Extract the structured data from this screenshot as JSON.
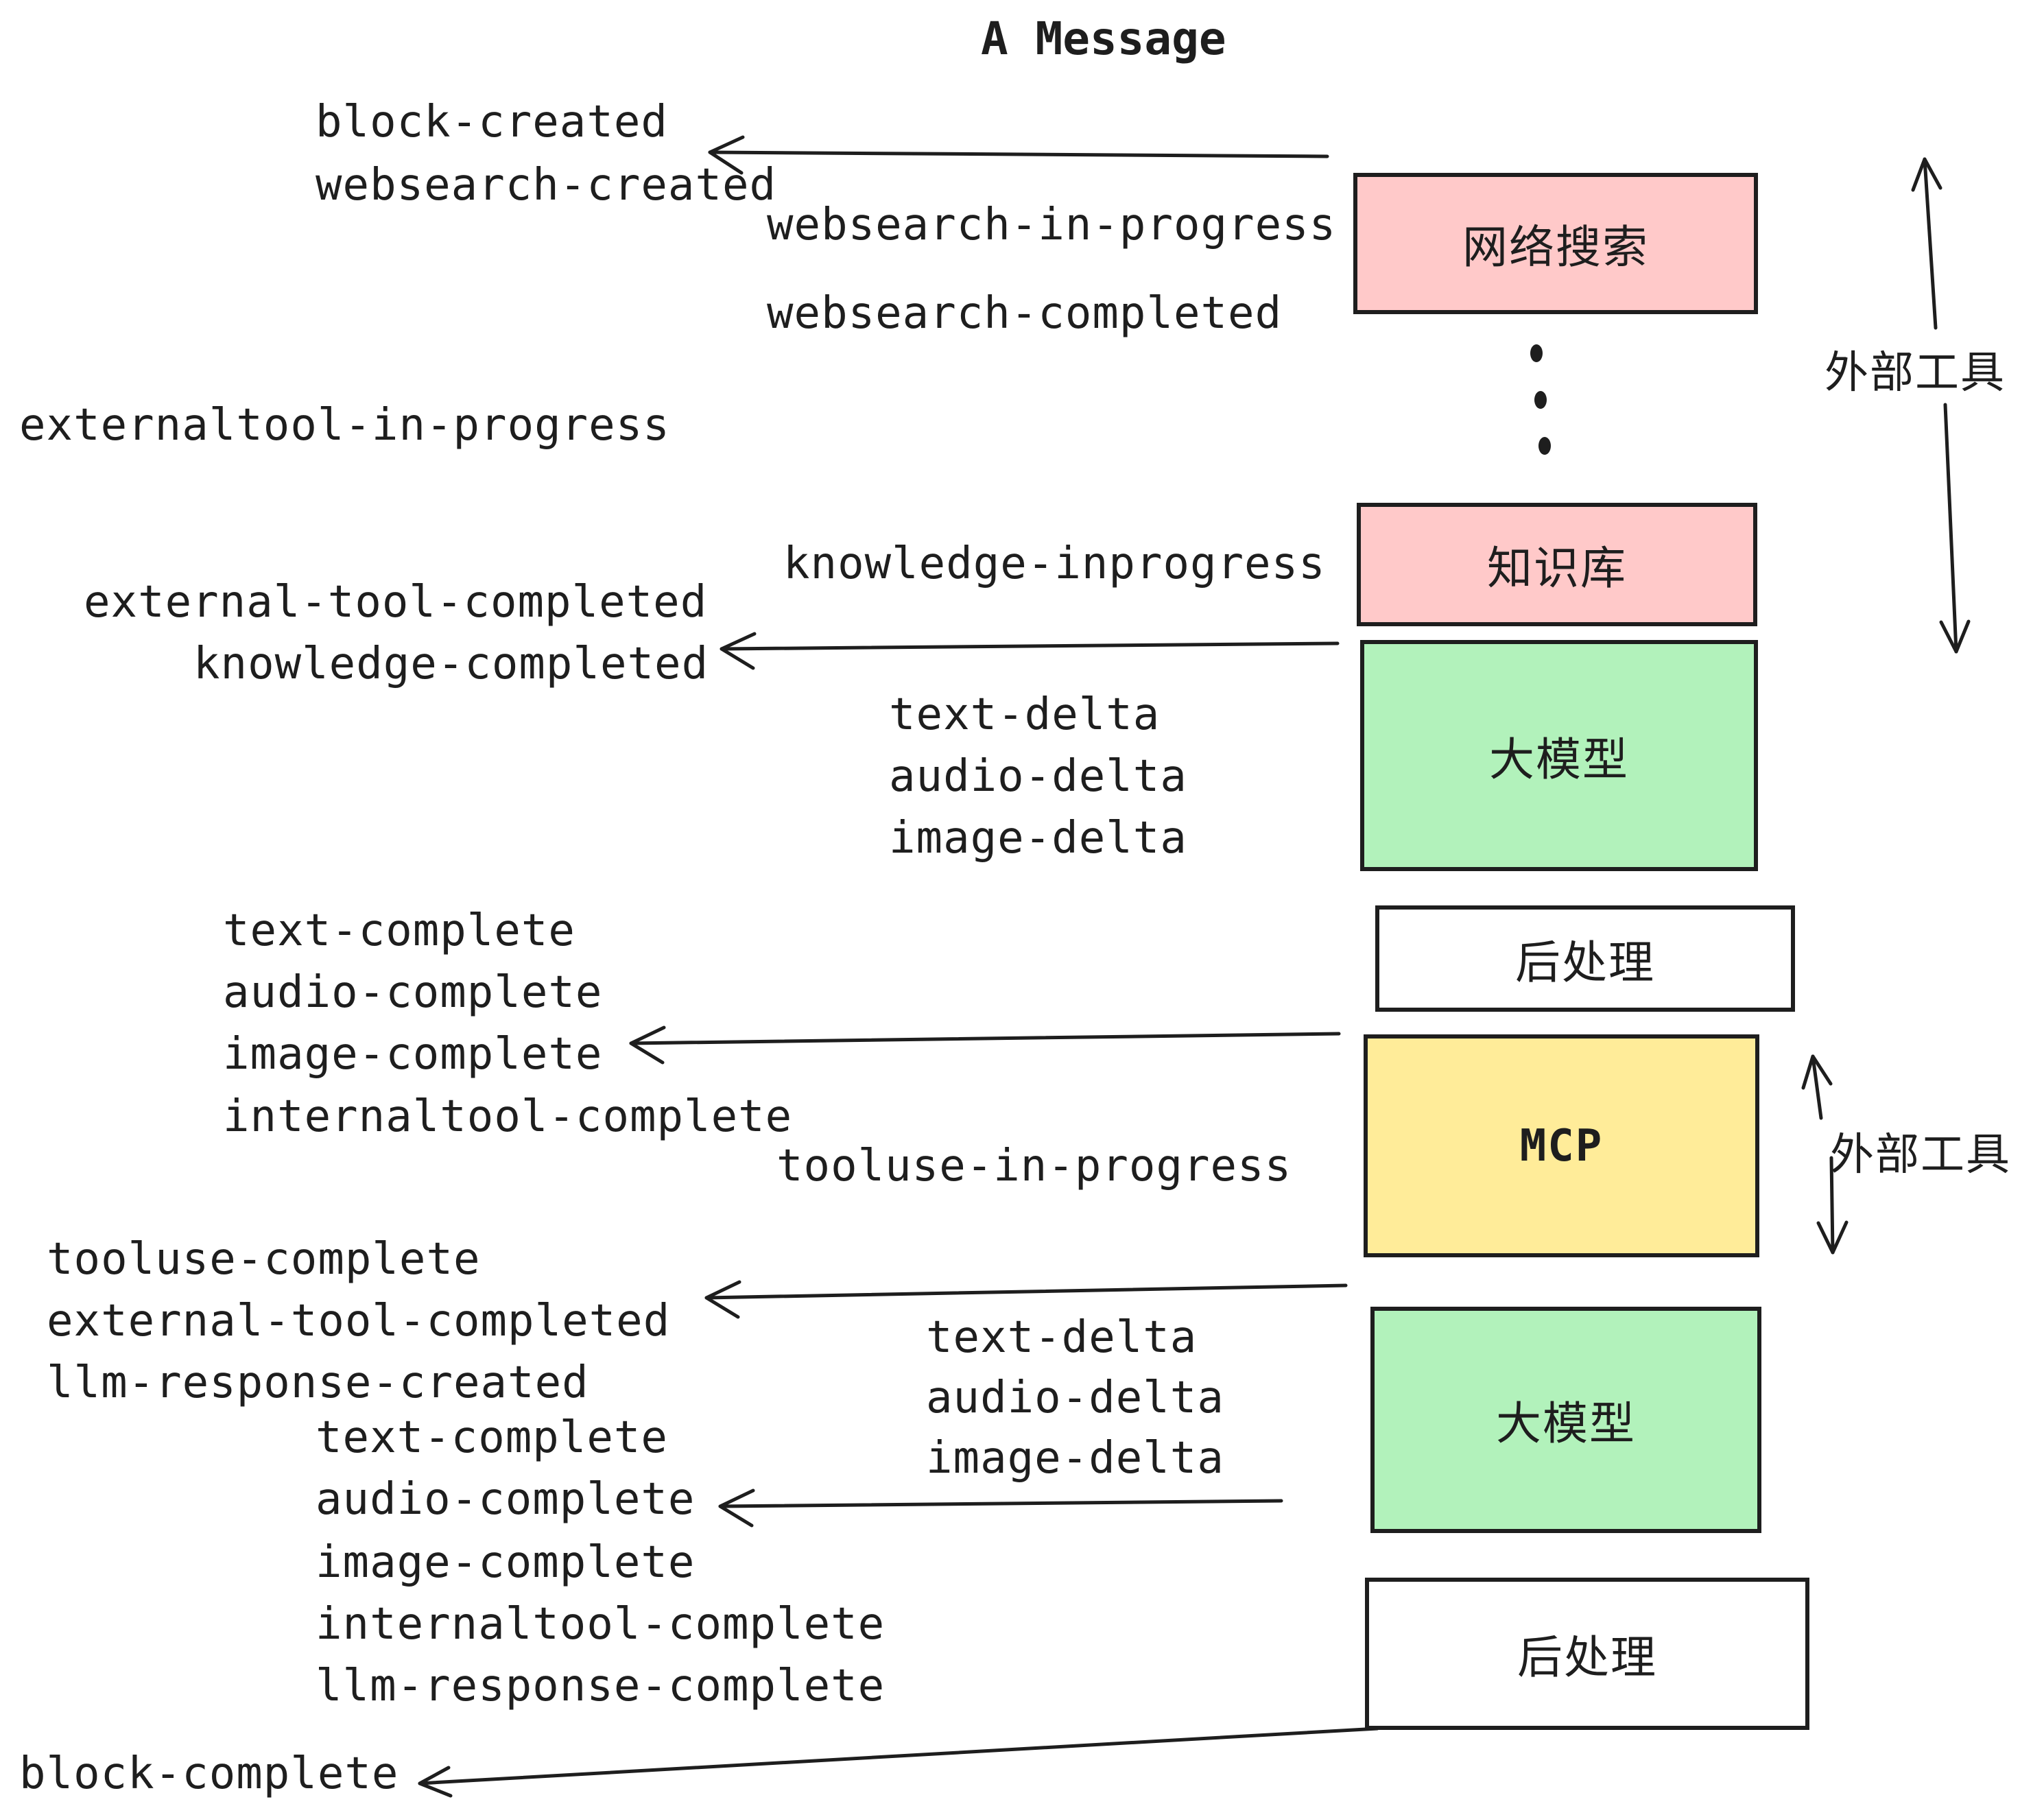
{
  "title": "A Message",
  "events": {
    "block_created": "block-created",
    "websearch_created": "websearch-created",
    "websearch_in_progress": "websearch-in-progress",
    "websearch_completed": "websearch-completed",
    "externaltool_in_progress": "externaltool-in-progress",
    "knowledge_inprogress": "knowledge-inprogress",
    "external_tool_completed_1": "external-tool-completed",
    "knowledge_completed": "knowledge-completed",
    "text_delta_1": "text-delta",
    "audio_delta_1": "audio-delta",
    "image_delta_1": "image-delta",
    "text_complete_1": "text-complete",
    "audio_complete_1": "audio-complete",
    "image_complete_1": "image-complete",
    "internaltool_complete_1": "internaltool-complete",
    "tooluse_in_progress": "tooluse-in-progress",
    "tooluse_complete": "tooluse-complete",
    "external_tool_completed_2": "external-tool-completed",
    "llm_response_created": "llm-response-created",
    "text_delta_2": "text-delta",
    "audio_delta_2": "audio-delta",
    "image_delta_2": "image-delta",
    "text_complete_2": "text-complete",
    "audio_complete_2": "audio-complete",
    "image_complete_2": "image-complete",
    "internaltool_complete_2": "internaltool-complete",
    "llm_response_complete": "llm-response-complete",
    "block_complete": "block-complete"
  },
  "boxes": {
    "web_search": {
      "label": "网络搜索",
      "fill": "#ffc9c9"
    },
    "knowledge_base": {
      "label": "知识库",
      "fill": "#ffc9c9"
    },
    "llm_1": {
      "label": "大模型",
      "fill": "#b2f2bb"
    },
    "post_process_1": {
      "label": "后处理",
      "fill": "#ffffff"
    },
    "mcp": {
      "label": "MCP",
      "fill": "#ffec99"
    },
    "llm_2": {
      "label": "大模型",
      "fill": "#b2f2bb"
    },
    "post_process_2": {
      "label": "后处理",
      "fill": "#ffffff"
    }
  },
  "annotations": {
    "external_tools_1": "外部工具",
    "external_tools_2": "外部工具"
  },
  "colors": {
    "stroke": "#1e1e1e",
    "pink": "#ffc9c9",
    "green": "#b2f2bb",
    "yellow": "#ffec99",
    "white": "#ffffff"
  }
}
